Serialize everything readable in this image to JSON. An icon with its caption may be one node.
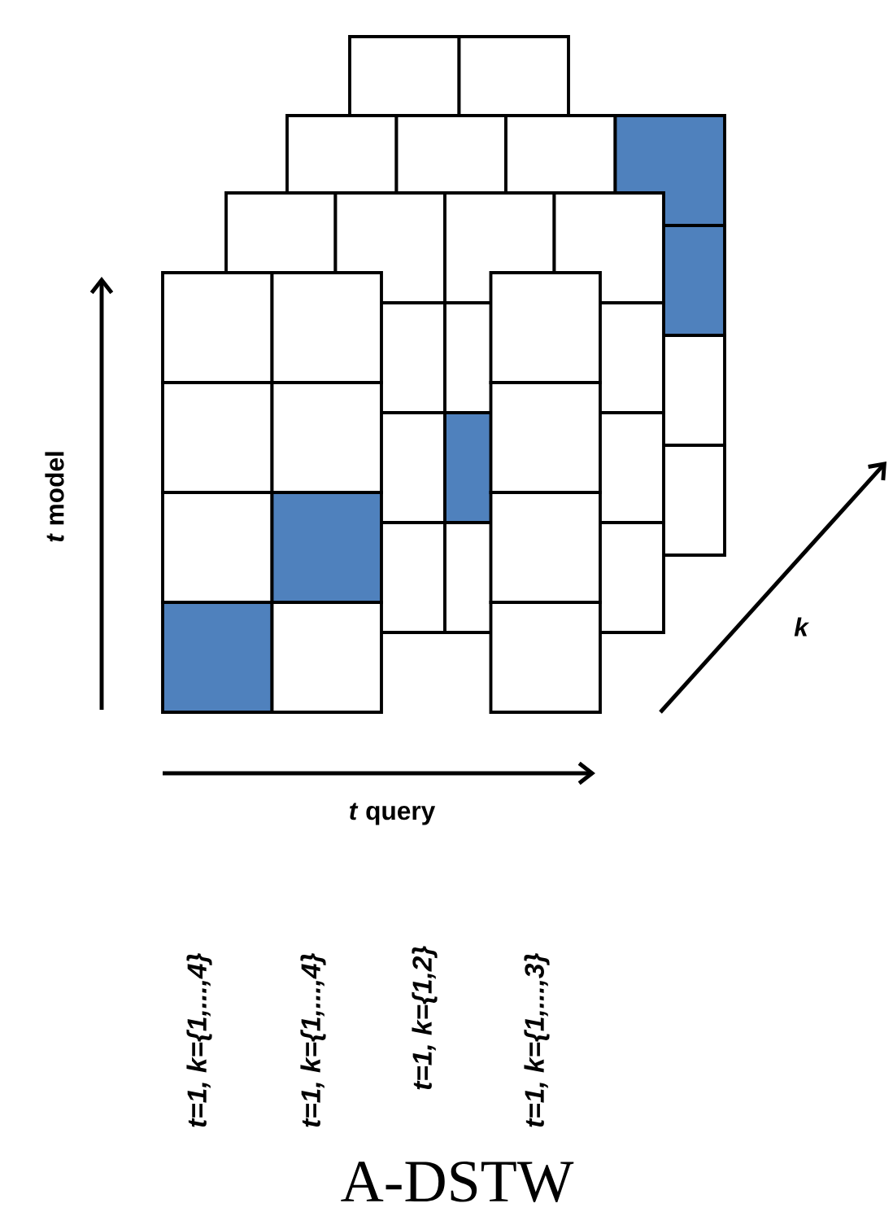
{
  "diagram": {
    "caption": "A-DSTW",
    "labels": [
      "*t* model",
      "*t* query",
      "k",
      "t=1, k={1,...,4}",
      "t=1, k={1,...,4}",
      "t=1, k={1,2}",
      "t=1, k={1,...,3}"
    ]
  }
}
